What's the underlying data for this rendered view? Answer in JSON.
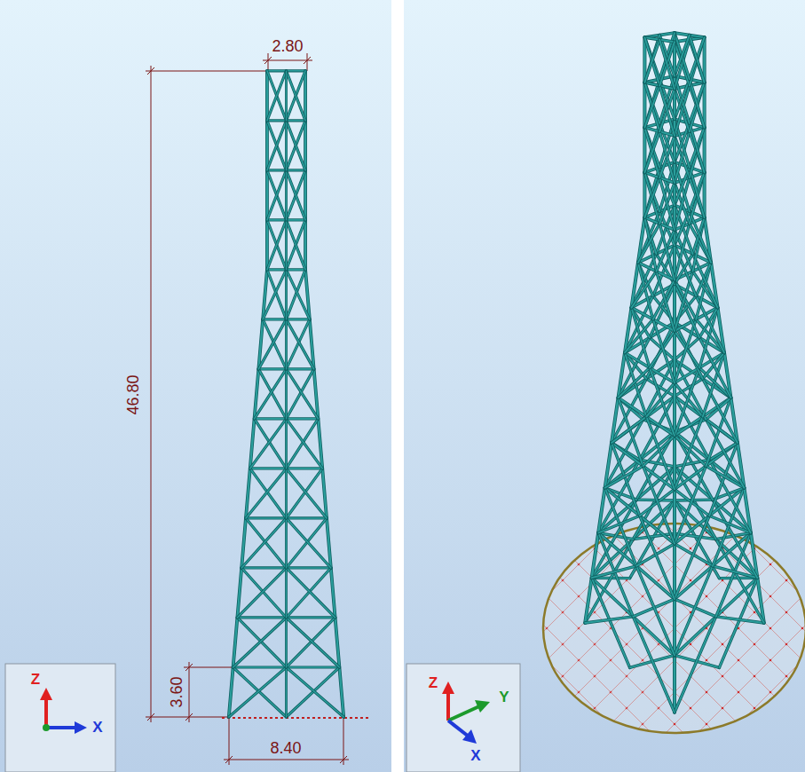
{
  "diagram": {
    "labels": [
      "2.80",
      "46.80",
      "3.60",
      "8.40",
      "Z",
      "X",
      "Z",
      "Y",
      "X"
    ]
  }
}
